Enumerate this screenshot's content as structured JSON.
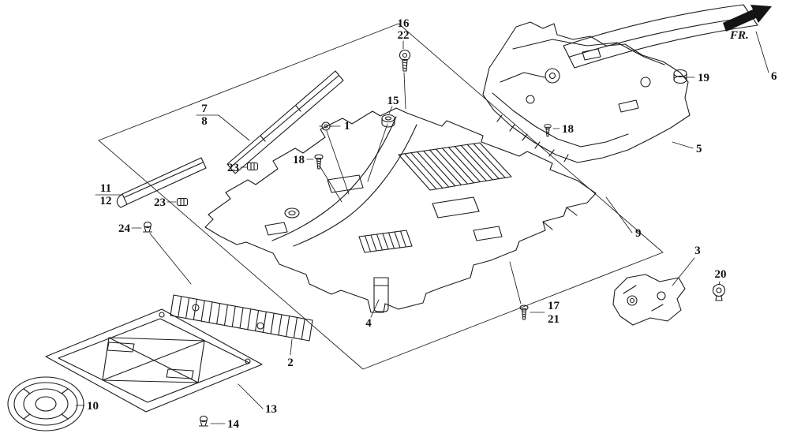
{
  "page": {
    "background_color": "#ffffff",
    "line_color": "#1c1c1c",
    "text_color": "#141414"
  },
  "direction_indicator": {
    "label": "FR."
  },
  "callouts": {
    "c1": "1",
    "c2": "2",
    "c3": "3",
    "c4": "4",
    "c5": "5",
    "c6": "6",
    "c7": "7",
    "c8": "8",
    "c9": "9",
    "c10": "10",
    "c11": "11",
    "c12": "12",
    "c13": "13",
    "c14": "14",
    "c15": "15",
    "c16": "16",
    "c17": "17",
    "c18_left": "18",
    "c18_right": "18",
    "c19": "19",
    "c20": "20",
    "c21": "21",
    "c22": "22",
    "c23_upper": "23",
    "c23_lower": "23",
    "c24": "24"
  }
}
